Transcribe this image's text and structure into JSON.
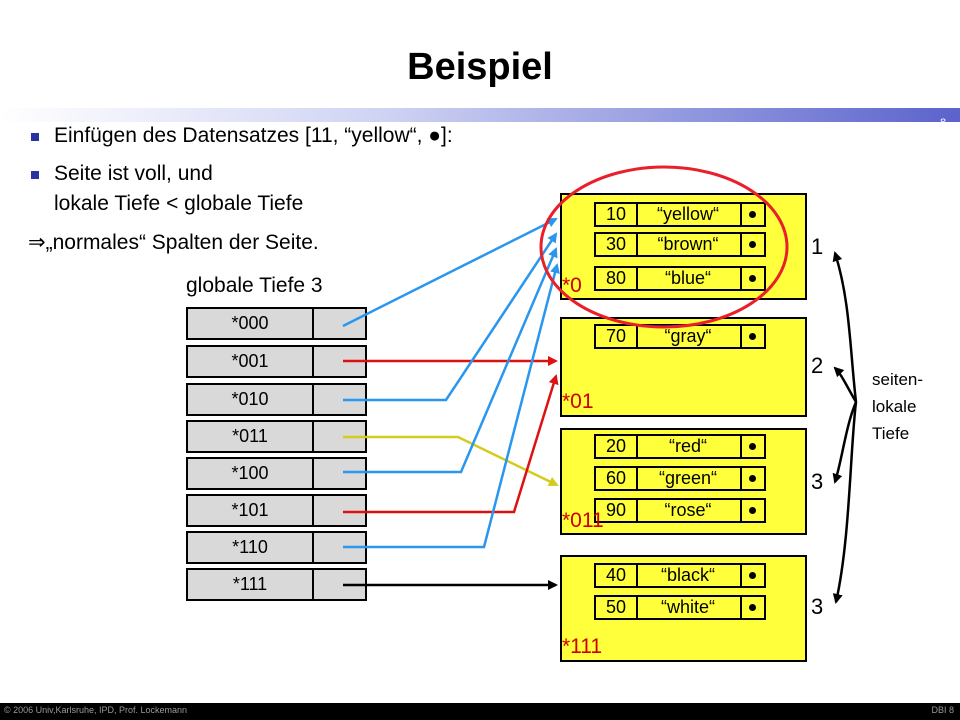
{
  "title": "Beispiel",
  "page_number": "8",
  "bullets": [
    "Einfügen des Datensatzes [11, “yellow“, ●]:",
    "Seite ist voll, und",
    "lokale Tiefe < globale Tiefe"
  ],
  "implication": "⇒„normales“ Spalten der Seite.",
  "directory_label": "globale Tiefe 3",
  "directory": [
    "*000",
    "*001",
    "*010",
    "*011",
    "*100",
    "*101",
    "*110",
    "*111"
  ],
  "pages": [
    {
      "prefix": "*0",
      "depth": "1",
      "records": [
        {
          "key": "10",
          "value": "“yellow“"
        },
        {
          "key": "30",
          "value": "“brown“"
        },
        {
          "key": "80",
          "value": "“blue“"
        }
      ]
    },
    {
      "prefix": "*01",
      "depth": "2",
      "records": [
        {
          "key": "70",
          "value": "“gray“"
        }
      ]
    },
    {
      "prefix": "*011",
      "depth": "3",
      "records": [
        {
          "key": "20",
          "value": "“red“"
        },
        {
          "key": "60",
          "value": "“green“"
        },
        {
          "key": "90",
          "value": "“rose“"
        }
      ]
    },
    {
      "prefix": "*111",
      "depth": "3",
      "records": [
        {
          "key": "40",
          "value": "“black“"
        },
        {
          "key": "50",
          "value": "“white“"
        }
      ]
    }
  ],
  "side_label": [
    "seiten-",
    "lokale",
    "Tiefe"
  ],
  "footer": {
    "left": "© 2006 Univ,Karlsruhe, IPD, Prof. Lockemann",
    "right": "DBI 8"
  },
  "colors": {
    "page_fill": "#ffff3b",
    "blue_arrow": "#2a96ee",
    "red_arrow": "#dd1111",
    "yellow_arrow": "#d4cc1c",
    "black_arrow": "#000000",
    "highlight": "#e8202a",
    "bullet": "#2b31a0",
    "directory_fill": "#d9d9d9"
  }
}
